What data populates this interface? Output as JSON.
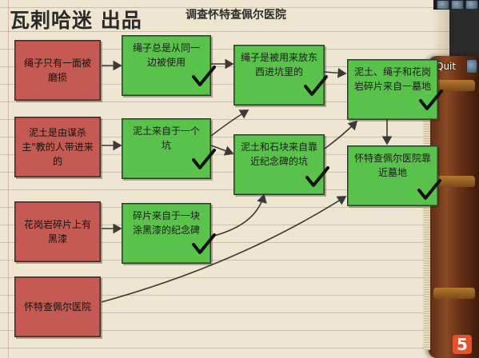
{
  "brand": "瓦剌哈迷 出品",
  "title": "调查怀特查佩尔医院",
  "quit_label": "Quit",
  "logo_label": "5",
  "colors": {
    "evidence_red": "#c45a52",
    "deduction_green": "#58c24a",
    "paper": "#efe6d1"
  },
  "evidence": [
    {
      "text": "绳子只有一面被磨损"
    },
    {
      "text": "泥土是由谋杀主\"教的人带进来的"
    },
    {
      "text": "花岗岩碎片上有黑漆"
    },
    {
      "text": "怀特查佩尔医院"
    }
  ],
  "deductions_col1": [
    {
      "text": "绳子总是从同一边被使用"
    },
    {
      "text": "泥土来自于一个坑"
    },
    {
      "text": "碎片来自于一块涂黑漆的纪念碑"
    }
  ],
  "deductions_col2": [
    {
      "text": "绳子是被用来放东西进坑里的"
    },
    {
      "text": "泥土和石块来自靠近纪念碑的坑"
    }
  ],
  "deductions_col3": [
    {
      "text": "泥土、绳子和花岗岩碎片来自一墓地"
    },
    {
      "text": "怀特查佩尔医院靠近墓地"
    }
  ]
}
